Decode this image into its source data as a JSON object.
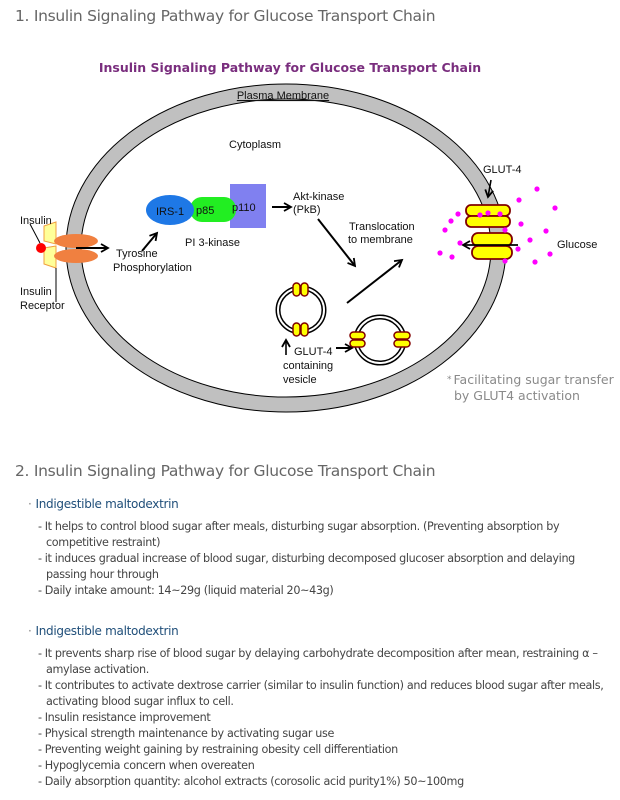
{
  "section1": {
    "title": "1. Insulin Signaling Pathway for Glucose Transport Chain"
  },
  "diagram": {
    "title": "Insulin Signaling Pathway for Glucose Transport Chain",
    "labels": {
      "plasma_membrane": "Plasma Membrane",
      "cytoplasm": "Cytoplasm",
      "insulin": "Insulin",
      "insulin_receptor_1": "Insulin",
      "insulin_receptor_2": "Receptor",
      "tyrosine_1": "Tyrosine",
      "tyrosine_2": "Phosphorylation",
      "irs1": "IRS-1",
      "p85": "p85",
      "p110": "p110",
      "pi3k": "PI 3-kinase",
      "akt_1": "Akt-kinase",
      "akt_2": "(PkB)",
      "transloc_1": "Translocation",
      "transloc_2": "to membrane",
      "glut4_top": "GLUT-4",
      "glucose": "Glucose",
      "vesicle_1": "GLUT-4",
      "vesicle_2": "containing",
      "vesicle_3": "vesicle"
    },
    "colors": {
      "membrane": "#c0c0c0",
      "irs1": "#1e78e6",
      "p85": "#22ee22",
      "p110": "#8080f0",
      "receptor": "#f08040",
      "insulin": "#ff0000",
      "glut": "#ffff00",
      "glut_border": "#800000",
      "glucose": "#ff00ff"
    },
    "note_star": "*",
    "note_line1": "Facilitating sugar transfer",
    "note_line2": "by GLUT4 activation"
  },
  "section2": {
    "title": "2. Insulin Signaling Pathway for Glucose Transport Chain",
    "blocks": [
      {
        "bullet": "·",
        "heading": "Indigestible maltodextrin",
        "items": [
          "It helps to control blood sugar after meals, disturbing sugar absorption. (Preventing absorption by competitive restraint)",
          "it induces gradual increase of blood sugar, disturbing decomposed glucoser absorption and delaying passing hour through",
          "Daily intake amount: 14~29g (liquid material 20~43g)"
        ]
      },
      {
        "bullet": "·",
        "heading": "Indigestible maltodextrin",
        "items": [
          "It prevents sharp rise of blood sugar by delaying carbohydrate decomposition after mean, restraining α –amylase activation.",
          "It contributes to activate dextrose carrier (similar to insulin function) and reduces blood sugar after meals, activating blood sugar influx to cell.",
          "Insulin resistance improvement",
          "Physical strength maintenance by activating sugar use",
          "Preventing weight gaining by restraining obesity cell differentiation",
          "Hypoglycemia concern when overeaten",
          "Daily absorption quantity: alcohol extracts (corosolic acid purity1%) 50~100mg"
        ]
      }
    ],
    "dash": "-"
  }
}
